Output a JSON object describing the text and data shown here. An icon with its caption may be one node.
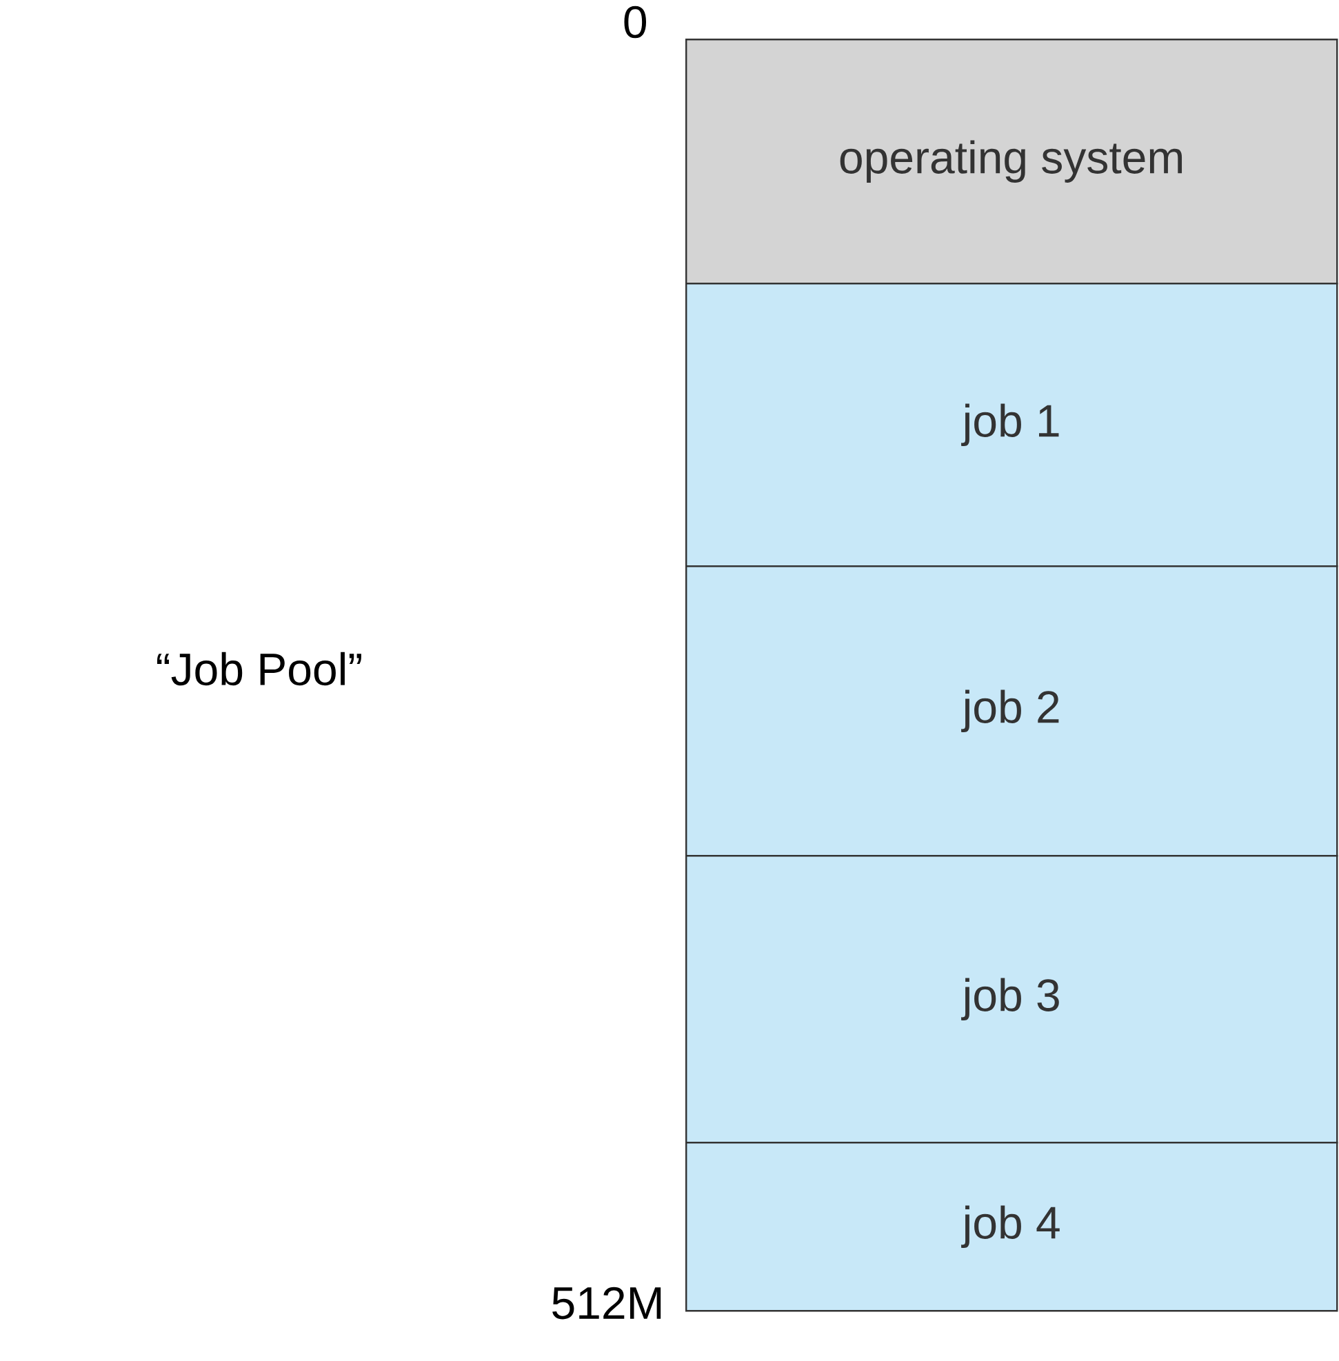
{
  "diagram": {
    "nodes": [
      {
        "text": [
          "operating system"
        ]
      },
      {
        "text": [
          "job 1"
        ]
      },
      {
        "text": [
          "job 2"
        ]
      },
      {
        "text": [
          "job 3"
        ]
      },
      {
        "text": [
          "job 4"
        ]
      }
    ],
    "labels": [
      "0",
      "512M",
      "“Job Pool”"
    ]
  }
}
